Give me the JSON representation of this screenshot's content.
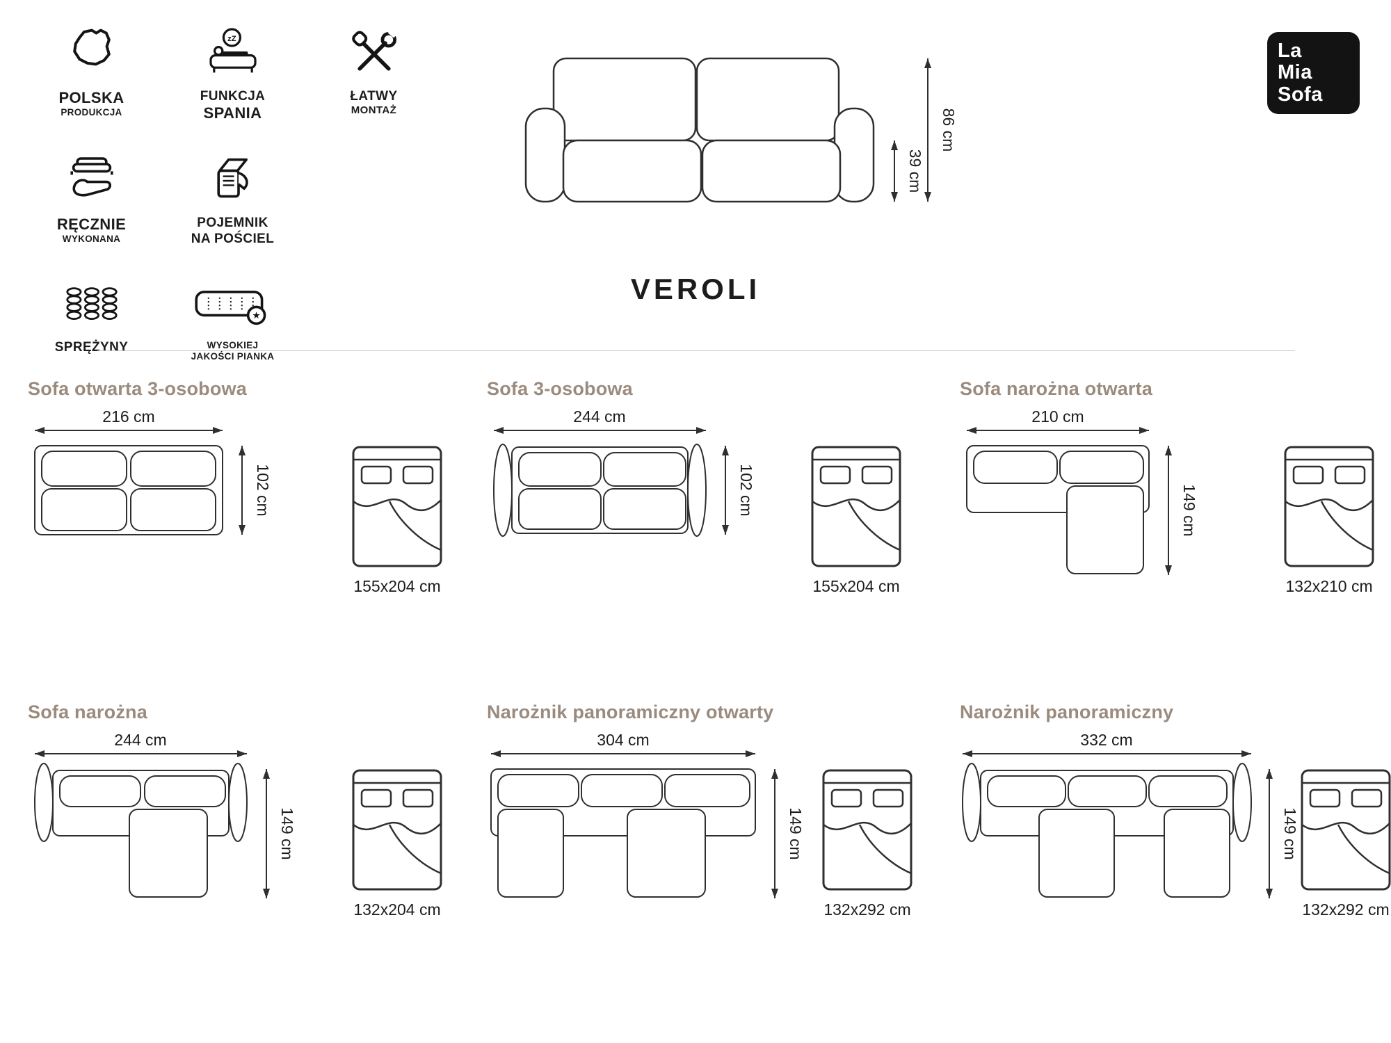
{
  "colors": {
    "accent_heading": "#9b8b7e",
    "line_art": "#2f2f2f",
    "logo_bg": "#131313",
    "divider": "#c6c6c6"
  },
  "brand": {
    "lines": [
      "La",
      "Mia",
      "Sofa"
    ]
  },
  "hero": {
    "title": "VEROLI",
    "total_height": "86 cm",
    "seat_height": "39 cm"
  },
  "icons": {
    "sleep_zzz": "zZ",
    "badge_star": "★"
  },
  "features": [
    {
      "id": "polska-produkcja",
      "line1": "POLSKA",
      "line2": "PRODUKCJA"
    },
    {
      "id": "funkcja-spania",
      "line1": "FUNKCJA",
      "line2": "SPANIA"
    },
    {
      "id": "latwy-montaz",
      "line1": "ŁATWY",
      "line2": "MONTAŻ"
    },
    {
      "id": "recznie-wykonana",
      "line1": "RĘCZNIE",
      "line2": "WYKONANA"
    },
    {
      "id": "pojemnik-na-posciel",
      "line1": "POJEMNIK",
      "line2": "NA POŚCIEL"
    },
    {
      "id": "sprezyny",
      "line1": "SPRĘŻYNY",
      "line2": ""
    },
    {
      "id": "wysokiej-jakosci-pianka",
      "line1": "WYSOKIEJ",
      "line2": "JAKOŚCI PIANKA"
    }
  ],
  "variants": [
    {
      "title": "Sofa otwarta 3-osobowa",
      "width": "216 cm",
      "depth": "102 cm",
      "bed_size": "155x204 cm"
    },
    {
      "title": "Sofa 3-osobowa",
      "width": "244 cm",
      "depth": "102 cm",
      "bed_size": "155x204 cm"
    },
    {
      "title": "Sofa narożna otwarta",
      "width": "210 cm",
      "depth": "149 cm",
      "bed_size": "132x210 cm"
    },
    {
      "title": "Sofa narożna",
      "width": "244 cm",
      "depth": "149 cm",
      "bed_size": "132x204 cm"
    },
    {
      "title": "Narożnik panoramiczny otwarty",
      "width": "304 cm",
      "depth": "149 cm",
      "bed_size": "132x292 cm"
    },
    {
      "title": "Narożnik panoramiczny",
      "width": "332 cm",
      "depth": "149 cm",
      "bed_size": "132x292 cm"
    }
  ]
}
